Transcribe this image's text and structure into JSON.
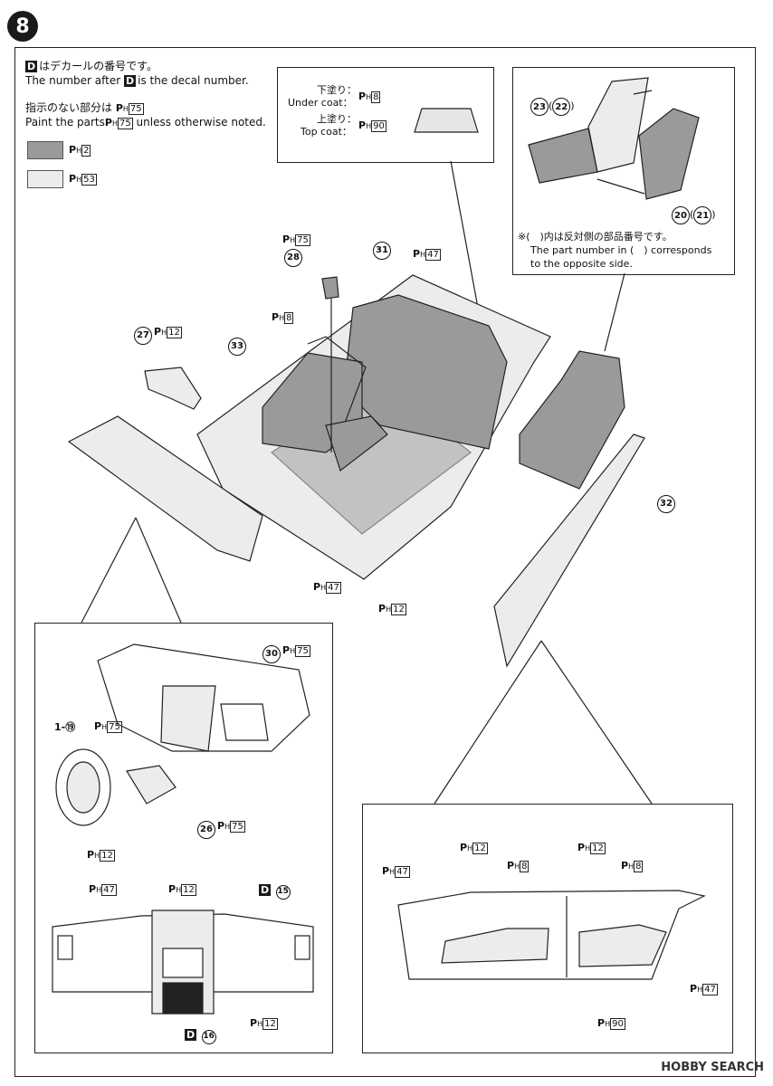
{
  "step_number": "8",
  "legend": {
    "decal_ja": "はデカールの番号です。",
    "decal_en_before": "The number after",
    "decal_en_after": "is the decal number.",
    "decal_mark": "D",
    "default_ja": "指示のない部分は",
    "default_en": "Paint the parts",
    "default_en_after": "unless otherwise noted.",
    "default_paint": "75",
    "swatch1_paint": "2",
    "swatch2_paint": "53",
    "swatch1_color": "#9a9a9a",
    "swatch2_color": "#ececec"
  },
  "coat_panel": {
    "under_ja": "下塗り：",
    "under_en": "Under coat：",
    "under_paint": "8",
    "top_ja": "上塗り：",
    "top_en": "Top coat：",
    "top_paint": "90"
  },
  "seat_panel": {
    "part_a": "23",
    "part_a_alt": "22",
    "part_b": "20",
    "part_b_alt": "21",
    "note_ja": "※(　)内は反対側の部品番号です。",
    "note_en1": "The part number in (　) corresponds",
    "note_en2": "to the opposite side."
  },
  "main_callouts": {
    "p28": "28",
    "p28_paint_top": "75",
    "p28_paint": "8",
    "p27": "27",
    "p27_paint": "12",
    "p31": "31",
    "p31_paint": "47",
    "p33": "33",
    "p32": "32",
    "floor_paint": "47",
    "rail_paint": "12"
  },
  "dash_panel": {
    "p30": "30",
    "p30_paint": "75",
    "p19": "1-⑲",
    "p19_paint": "75",
    "p26": "26",
    "p26_paint": "75",
    "wheel_paint": "12",
    "front_left_paint": "47",
    "front_center_paint": "12",
    "decal15": "15",
    "decal16": "16",
    "front_bottom_paint": "12"
  },
  "door_panel": {
    "paint_47_left": "47",
    "paint_12_a": "12",
    "paint_8_a": "8",
    "paint_12_b": "12",
    "paint_8_b": "8",
    "paint_47_right": "47",
    "paint_90": "90"
  },
  "watermark": "HOBBY SEARCH"
}
